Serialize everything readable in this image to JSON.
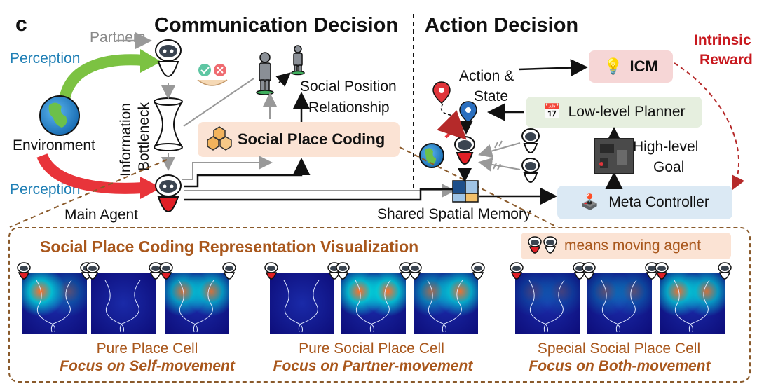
{
  "panel_letter": "c",
  "headings": {
    "communication": "Communication Decision",
    "action": "Action Decision"
  },
  "labels": {
    "partners": "Partners",
    "perception_top": "Perception",
    "perception_bottom": "Perception",
    "environment": "Environment",
    "info_bottleneck_1": "Information",
    "info_bottleneck_2": "Bottleneck",
    "main_agent": "Main Agent",
    "social_position_1": "Social Position",
    "social_position_2": "Relationship",
    "social_place_coding": "Social Place Coding",
    "action_state_1": "Action &",
    "action_state_2": "State",
    "icm": "ICM",
    "intrinsic_1": "Intrinsic",
    "intrinsic_2": "Reward",
    "low_level_planner": "Low-level Planner",
    "high_level_1": "High-level",
    "high_level_2": "Goal",
    "shared_spatial_memory": "Shared Spatial Memory",
    "meta_controller": "Meta Controller"
  },
  "visualization": {
    "title": "Social Place Coding Representation Visualization",
    "legend": "means moving agent",
    "groups": [
      {
        "caption": "Pure Place Cell",
        "focus": "Focus on Self-movement"
      },
      {
        "caption": "Pure Social Place Cell",
        "focus": "Focus on Partner-movement"
      },
      {
        "caption": "Special Social Place Cell",
        "focus": "Focus on Both-movement"
      }
    ]
  },
  "colors": {
    "perception": "#1f7fb5",
    "green_arrow": "#7cc242",
    "red_arrow": "#e8343a",
    "intrinsic": "#c8181e",
    "accent_brown": "#a9571c"
  }
}
